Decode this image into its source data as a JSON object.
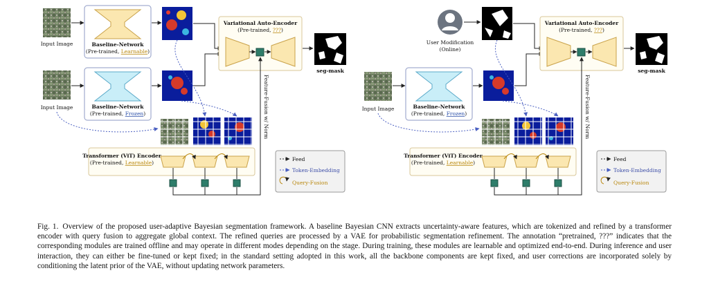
{
  "colors": {
    "learnable": "#b8860b",
    "frozen": "#2b4fa8",
    "encoder_fill": "#fbe7b0",
    "frozen_fill": "#c9eef8",
    "panel_border": "#d8c79a",
    "feature_node": "#2e7d6a",
    "token_arrow": "#4a5fc1"
  },
  "left_panel": {
    "input_top": "Input Image",
    "input_bottom": "Input Image",
    "baseline_learn": {
      "title": "Baseline-Network",
      "sub_prefix": "(Pre-trained, ",
      "sub_link": "Learnable",
      "sub_suffix": ")"
    },
    "baseline_frozen": {
      "title": "Baseline-Network",
      "sub_prefix": "(Pre-trained, ",
      "sub_link": "Frozen",
      "sub_suffix": ")"
    },
    "vae": {
      "title": "Variational Auto-Encoder",
      "sub_prefix": "(Pre-trained, ",
      "sub_link": "???",
      "sub_suffix": ")"
    },
    "seg_mask": "seg-mask",
    "fusion": "Feature-Fusion w/ Norm",
    "transformer": {
      "title": "Transformer (ViT) Encoder",
      "sub_prefix": "(Pre-trained, ",
      "sub_link": "Learnable",
      "sub_suffix": ")"
    },
    "legend": {
      "feed": "Feed",
      "token": "Token-Embedding",
      "query": "Query-Fusion"
    }
  },
  "right_panel": {
    "user_title": "User Modification",
    "user_sub": "(Online)",
    "input": "Input Image",
    "baseline_frozen": {
      "title": "Baseline-Network",
      "sub_prefix": "(Pre-trained, ",
      "sub_link": "Frozen",
      "sub_suffix": ")"
    },
    "vae": {
      "title": "Variational Auto-Encoder",
      "sub_prefix": "(Pre-trained, ",
      "sub_link": "???",
      "sub_suffix": ")"
    },
    "seg_mask": "seg-mask",
    "fusion": "Feature-Fusion w/ Norm",
    "transformer": {
      "title": "Transformer (ViT) Encoder",
      "sub_prefix": "(Pre-trained, ",
      "sub_link": "Learnable",
      "sub_suffix": ")"
    },
    "legend": {
      "feed": "Feed",
      "token": "Token-Embedding",
      "query": "Query-Fusion"
    }
  },
  "caption": {
    "fig_label": "Fig. 1.",
    "text": "Overview of the proposed user-adaptive Bayesian segmentation framework. A baseline Bayesian CNN extracts uncertainty-aware features, which are tokenized and refined by a transformer encoder with query fusion to aggregate global context. The refined queries are processed by a VAE for probabilistic segmentation refinement. The annotation “pretrained, ???” indicates that the corresponding modules are trained offline and may operate in different modes depending on the stage. During training, these modules are learnable and optimized end-to-end. During inference and user interaction, they can either be fine-tuned or kept fixed; in the standard setting adopted in this work, all the backbone components are kept fixed, and user corrections are incorporated solely by conditioning the latent prior of the VAE, without updating network parameters."
  }
}
